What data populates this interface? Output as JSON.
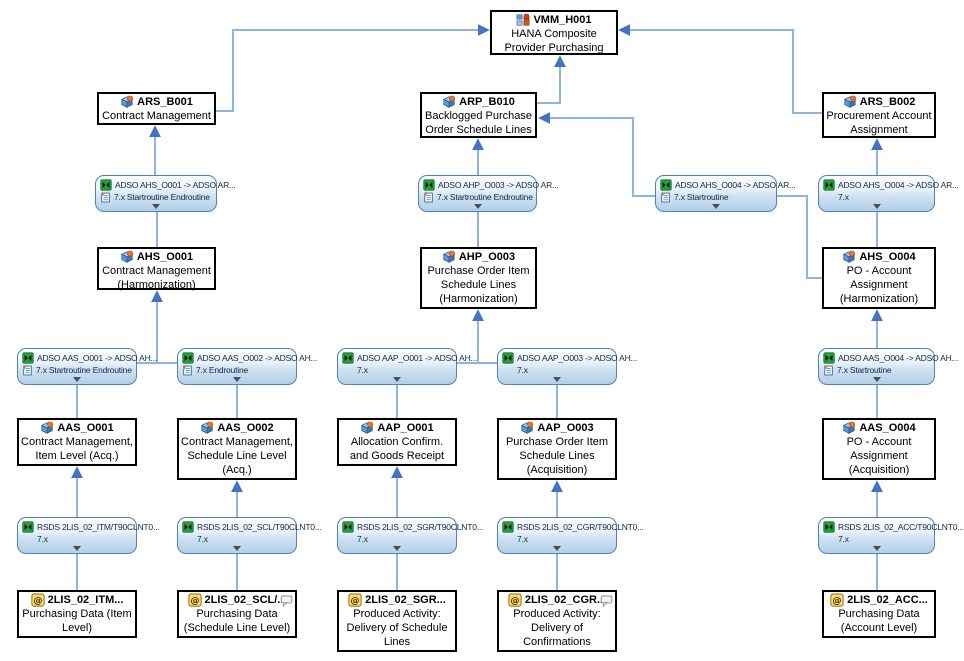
{
  "colors": {
    "connector": "#8fb3e2",
    "arrowhead": "#4472c4",
    "transform_border": "#4f81bd",
    "transform_fill_top": "#fdfeff",
    "transform_fill_bottom": "#b2cfe8",
    "datasource_yellow": "#ffd966",
    "transformation_green": "#21a038",
    "adso_blue": "#5b9bd5",
    "badge_orange": "#e8762c"
  },
  "icons": {
    "composite_provider": "grid-of-colored-squares",
    "adso": "blue-cube-with-orange-dot",
    "datasource": "yellow-at-sign-badge",
    "transformation": "green-square-black-bowtie",
    "routine": "document-with-lines-orange-fold",
    "comment": "gray-speech-bubble",
    "collapse": "down-triangle"
  },
  "nodes": {
    "vmm_h001": {
      "title": "VMM_H001",
      "subtitle": "HANA Composite Provider Purchasing"
    },
    "ars_b001": {
      "title": "ARS_B001",
      "subtitle": "Contract Management"
    },
    "arp_b010": {
      "title": "ARP_B010",
      "subtitle": "Backlogged Purchase Order Schedule Lines"
    },
    "ars_b002": {
      "title": "ARS_B002",
      "subtitle": "Procurement Account Assignment"
    },
    "ahs_o001": {
      "title": "AHS_O001",
      "subtitle": "Contract Management (Harmonization)"
    },
    "ahp_o003": {
      "title": "AHP_O003",
      "subtitle": "Purchase Order Item Schedule Lines (Harmonization)"
    },
    "ahs_o004": {
      "title": "AHS_O004",
      "subtitle": "PO - Account Assignment (Harmonization)"
    },
    "aas_o001": {
      "title": "AAS_O001",
      "subtitle": "Contract Management, Item Level (Acq.)"
    },
    "aas_o002": {
      "title": "AAS_O002",
      "subtitle": "Contract Management, Schedule Line Level (Acq.)"
    },
    "aap_o001": {
      "title": "AAP_O001",
      "subtitle": "Allocation Confirm. and Goods Receipt"
    },
    "aap_o003": {
      "title": "AAP_O003",
      "subtitle": "Purchase Order Item Schedule Lines (Acquisition)"
    },
    "aas_o004": {
      "title": "AAS_O004",
      "subtitle": "PO - Account Assignment (Acquisition)"
    },
    "ds_itm": {
      "title": "2LIS_02_ITM...",
      "subtitle": "Purchasing Data (Item Level)"
    },
    "ds_scl": {
      "title": "2LIS_02_SCL/...",
      "subtitle": "Purchasing Data (Schedule Line Level)"
    },
    "ds_sgr": {
      "title": "2LIS_02_SGR...",
      "subtitle": "Produced Activity: Delivery of Schedule Lines"
    },
    "ds_cgr": {
      "title": "2LIS_02_CGR...",
      "subtitle": "Produced Activity: Delivery of Confirmations"
    },
    "ds_acc": {
      "title": "2LIS_02_ACC...",
      "subtitle": "Purchasing Data (Account Level)"
    }
  },
  "transforms": {
    "t_ahs_o001": {
      "line1": "ADSO AHS_O001 -> ADSO AR...",
      "line2": "7.x Startroutine Endroutine"
    },
    "t_ahp_o003": {
      "line1": "ADSO AHP_O003 -> ADSO AR...",
      "line2": "7.x Startroutine Endroutine"
    },
    "t_ahs_o004a": {
      "line1": "ADSO AHS_O004 -> ADSO AR...",
      "line2": "7.x Startroutine"
    },
    "t_ahs_o004b": {
      "line1": "ADSO AHS_O004 -> ADSO AR...",
      "line2": "7.x"
    },
    "t_aas_o001": {
      "line1": "ADSO AAS_O001 -> ADSO AH...",
      "line2": "7.x Startroutine Endroutine"
    },
    "t_aas_o002": {
      "line1": "ADSO AAS_O002 -> ADSO AH...",
      "line2": "7.x Endroutine"
    },
    "t_aap_o001": {
      "line1": "ADSO AAP_O001 -> ADSO AH...",
      "line2": "7.x"
    },
    "t_aap_o003": {
      "line1": "ADSO AAP_O003 -> ADSO AH...",
      "line2": "7.x"
    },
    "t_aas_o004": {
      "line1": "ADSO AAS_O004 -> ADSO AH...",
      "line2": "7.x Startroutine"
    },
    "t_rsds_itm": {
      "line1": "RSDS 2LIS_02_ITM/T90CLNT0...",
      "line2": "7.x"
    },
    "t_rsds_scl": {
      "line1": "RSDS 2LIS_02_SCL/T90CLNT0...",
      "line2": "7.x"
    },
    "t_rsds_sgr": {
      "line1": "RSDS 2LIS_02_SGR/T90CLNT0...",
      "line2": "7.x"
    },
    "t_rsds_cgr": {
      "line1": "RSDS 2LIS_02_CGR/T90CLNT0...",
      "line2": "7.x"
    },
    "t_rsds_acc": {
      "line1": "RSDS 2LIS_02_ACC/T90CLNT0...",
      "line2": "7.x"
    }
  }
}
